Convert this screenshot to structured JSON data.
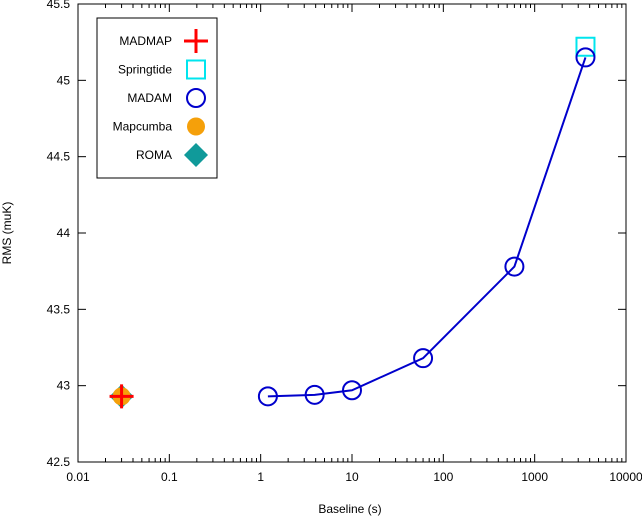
{
  "chart_data": {
    "type": "scatter",
    "title": "",
    "xlabel": "Baseline (s)",
    "ylabel": "RMS (muK)",
    "xscale": "log",
    "xlim": [
      0.01,
      10000
    ],
    "ylim": [
      42.5,
      45.5
    ],
    "x_tick_labels": [
      "0.01",
      "0.1",
      "1",
      "10",
      "100",
      "1000",
      "10000"
    ],
    "y_tick_labels": [
      "42.5",
      "43",
      "43.5",
      "44",
      "44.5",
      "45",
      "45.5"
    ],
    "grid": false,
    "legend_position": "top-left",
    "series": [
      {
        "name": "MADMAP",
        "marker": "plus",
        "color": "#ff0000",
        "points": [
          {
            "x": 0.03,
            "y": 42.93
          }
        ]
      },
      {
        "name": "Springtide",
        "marker": "open-square",
        "color": "#00e5ee",
        "points": [
          {
            "x": 3600,
            "y": 45.22
          }
        ]
      },
      {
        "name": "MADAM",
        "marker": "open-circle",
        "color": "#0000cc",
        "line": true,
        "points": [
          {
            "x": 1.2,
            "y": 42.93
          },
          {
            "x": 3.9,
            "y": 42.94
          },
          {
            "x": 10,
            "y": 42.97
          },
          {
            "x": 60,
            "y": 43.18
          },
          {
            "x": 600,
            "y": 43.78
          },
          {
            "x": 3600,
            "y": 45.15
          }
        ]
      },
      {
        "name": "Mapcumba",
        "marker": "filled-circle",
        "color": "#f5a00a",
        "points": [
          {
            "x": 0.03,
            "y": 42.93
          }
        ]
      },
      {
        "name": "ROMA",
        "marker": "filled-diamond",
        "color": "#109a9a",
        "points": [
          {
            "x": 0.03,
            "y": 42.93
          }
        ]
      }
    ]
  }
}
